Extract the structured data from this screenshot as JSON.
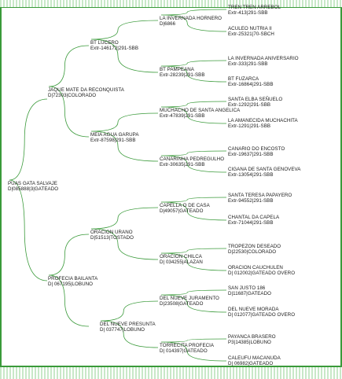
{
  "pedigree": {
    "subject": {
      "name": "PUAS GATA SALVAJE",
      "reg": "D|085888|3|GATEADO"
    },
    "sire": {
      "name": "JAQUE MATE DA RECONQUISTA",
      "reg": "D|72303|COLORADO"
    },
    "dam": {
      "name": "PROFECIA BAILANTA",
      "reg": "D| 067195|LOBUNO"
    },
    "ss": {
      "name": "BT LUCERO",
      "reg": "Extr-146172|291-SBB"
    },
    "sd": {
      "name": "MEIA AGUA GARUPA",
      "reg": "Extr-87598|291-SBB"
    },
    "ds": {
      "name": "ORACION URANO",
      "reg": "D|51513|TOSTADO"
    },
    "dd": {
      "name": "DEL NUEVE PRESUNTA",
      "reg": "D| 037747|LOBUNO"
    },
    "sss": {
      "name": "LA INVERNADA HORNERO",
      "reg": "D|6866"
    },
    "ssd": {
      "name": "BT PAMPEANA",
      "reg": "Extr-28239|291-SBB"
    },
    "sds": {
      "name": "MUCHACHO DE SANTA ANGELICA",
      "reg": "Extr-47839|291-SBB"
    },
    "sdd": {
      "name": "CANARINHA PEDREGULHO",
      "reg": "Extr-30635|291-SBB"
    },
    "dss": {
      "name": "CAPELLA O DE CASA",
      "reg": "D|49057|GATEADO"
    },
    "dsd": {
      "name": "ORACION CHILCA",
      "reg": "D| 034255|ALAZAN"
    },
    "dds": {
      "name": "DEL NUEVE JURAMENTO",
      "reg": "D|23508|GATEADO"
    },
    "ddd": {
      "name": "TORRECITA PROFECIA",
      "reg": "D| 014397|GATEADO"
    },
    "ssss": {
      "name": "TREN TREN ARREBOL",
      "reg": "Extr-413|291-SBB"
    },
    "sssd": {
      "name": "ACULEO NUTRIA II",
      "reg": "Extr-25321|70-SBCH"
    },
    "ssds": {
      "name": "LA INVERNADA ANIVERSARIO",
      "reg": "Extr-333|291-SBB"
    },
    "ssdd": {
      "name": "BT FUZARCA",
      "reg": "Extr-16864|291-SBB"
    },
    "sdss": {
      "name": "SANTA ELBA SEÑUELO",
      "reg": "Extr-1292|291-SBB"
    },
    "sdsd": {
      "name": "LA AMANECIDA MUCHACHITA",
      "reg": "Extr-1291|291-SBB"
    },
    "sdds": {
      "name": "CANARIO DO ENCOSTO",
      "reg": "Extr-19637|291-SBB"
    },
    "sddd": {
      "name": "CIGANA DE SANTA GENOVEVA",
      "reg": "Extr-13054|291-SBB"
    },
    "dsss": {
      "name": "SANTA TERESA PAPAYERO",
      "reg": "Extr-94552|291-SBB"
    },
    "dssd": {
      "name": "CHANTAL DA CAPELA",
      "reg": "Extr-71044|291-SBB"
    },
    "dsds": {
      "name": "TROPEZON DESEADO",
      "reg": "D|22530|COLORADO"
    },
    "dsdd": {
      "name": "ORACION CAUCHULEN",
      "reg": "D| 012002|GATEADO OVERO"
    },
    "ddss": {
      "name": "SAN JUSTO 186",
      "reg": "D|11687|GATEADO"
    },
    "ddsd": {
      "name": "DEL NUEVE MORADA",
      "reg": "D| 012077|GATEADO OVERO"
    },
    "ddds": {
      "name": "PAYANCA BRASERO",
      "reg": "P3|14385|LOBUNO"
    },
    "dddd": {
      "name": "CALEUFU MACANUDA",
      "reg": "D| 06982|GATEADO"
    }
  },
  "colors": {
    "line": "#3a9a3a",
    "band": "#c8e8c8",
    "text": "#1a1a1a"
  }
}
